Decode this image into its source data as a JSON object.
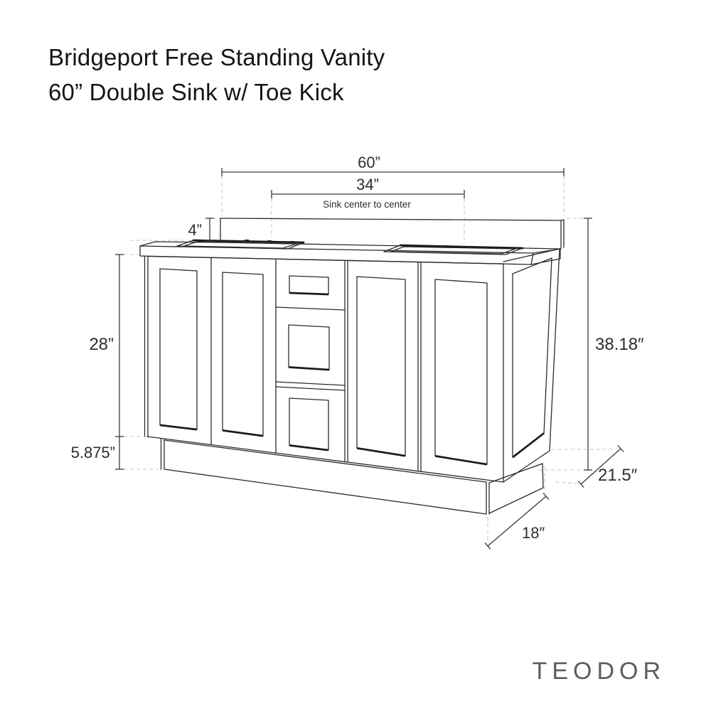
{
  "title": {
    "line1": "Bridgeport Free Standing Vanity",
    "line2": "60” Double Sink w/ Toe Kick"
  },
  "brand": {
    "logo": "TEODOR"
  },
  "diagram": {
    "product": "Bridgeport Free Standing Vanity",
    "view": "front-right perspective line drawing with dimension callouts",
    "dimensions": {
      "overall_width": "60”",
      "sink_center_to_center": "34”",
      "sink_center_note": "Sink center to center",
      "backsplash_height": "4”",
      "cabinet_height": "28”",
      "toe_kick_height": "5.875”",
      "overall_height": "38.18″",
      "overall_depth": "21.5″",
      "toe_kick_depth": "18″"
    },
    "colors": {
      "line": "#2c2c2c",
      "dimension_line": "#3a3a3a",
      "extension_dashed": "#c7c7c7",
      "text": "#151515",
      "logo": "#5d5d5d",
      "background": "#ffffff"
    }
  }
}
